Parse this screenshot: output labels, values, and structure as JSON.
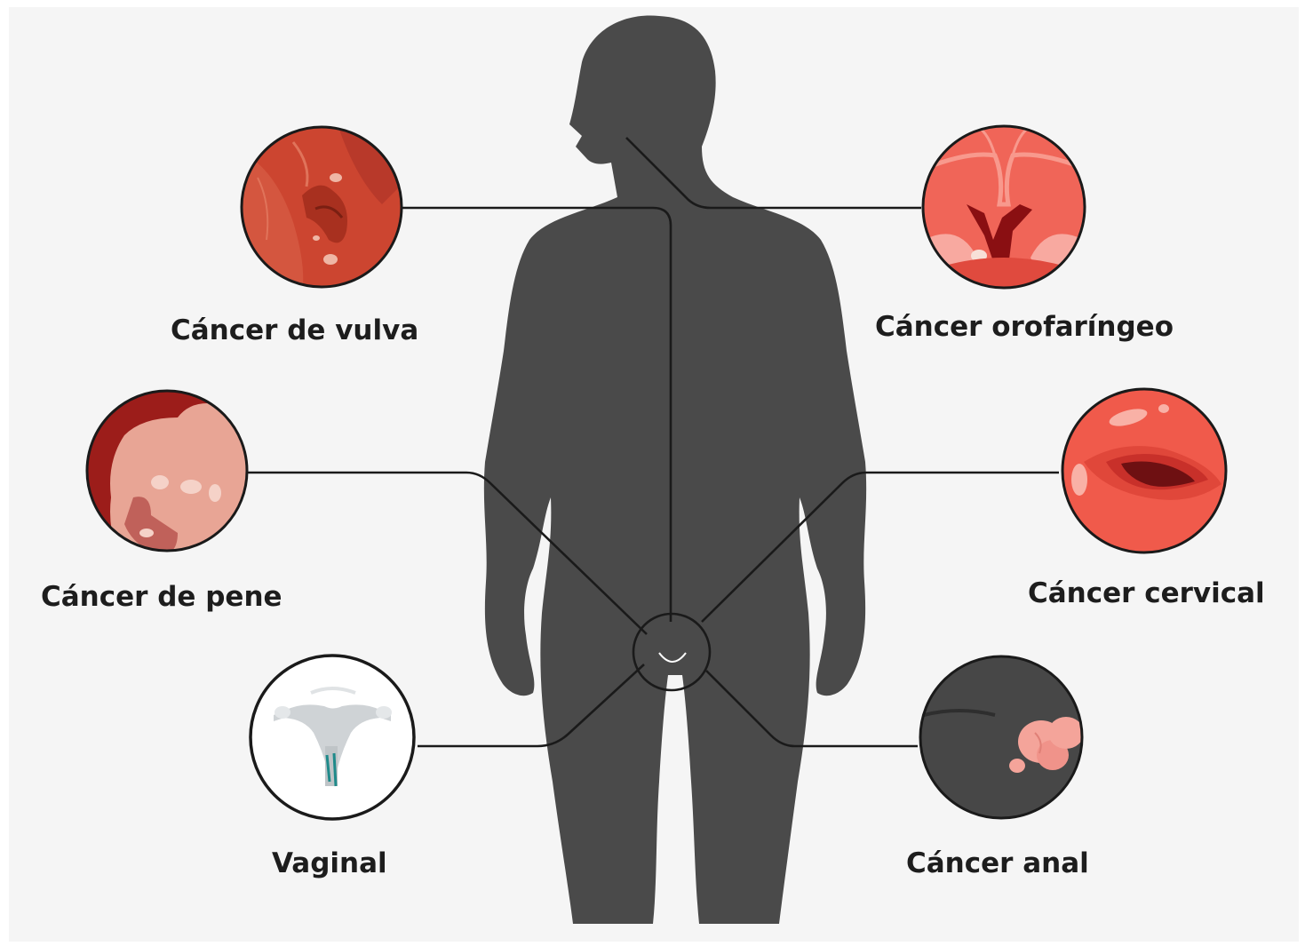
{
  "colors": {
    "background": "#f5f5f5",
    "silhouette": "#4a4a4a",
    "line": "#1a1a1a",
    "label": "#1d1d1d"
  },
  "labels": {
    "vulva": "Cáncer de vulva",
    "pene": "Cáncer de pene",
    "vaginal": "Vaginal",
    "orofaringeo": "Cáncer orofaríngeo",
    "cervical": "Cáncer cervical",
    "anal": "Cáncer anal"
  },
  "icons": {
    "vulva": "vulva-lesion-icon",
    "pene": "penile-lesion-icon",
    "vaginal": "uterus-vagina-icon",
    "orofaringeo": "throat-icon",
    "cervical": "cervix-icon",
    "anal": "anal-lesion-icon"
  }
}
